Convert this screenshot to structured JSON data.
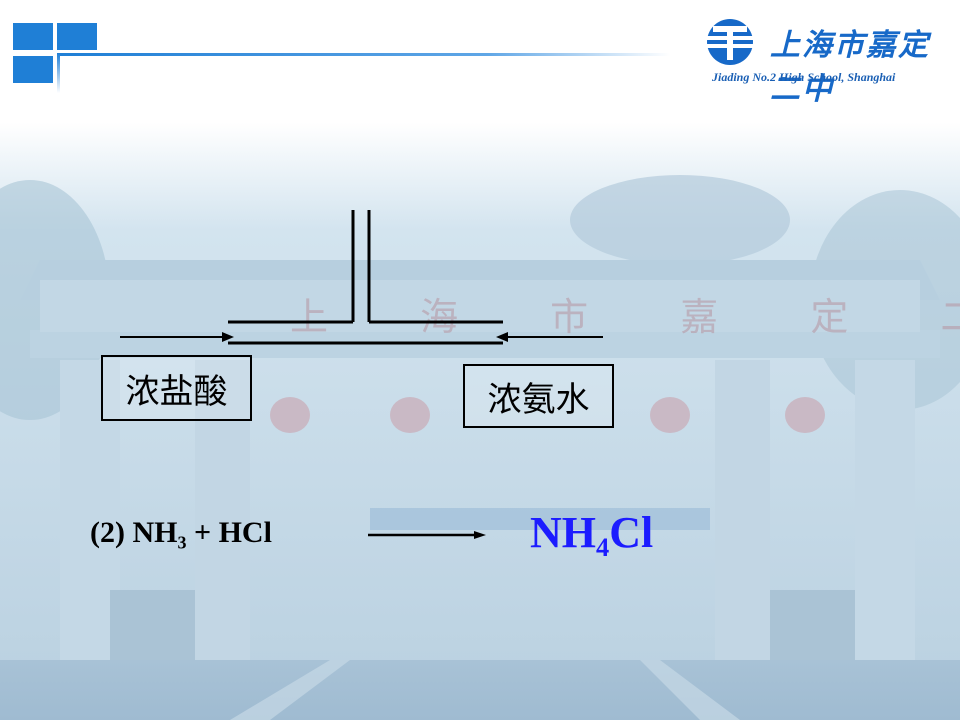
{
  "header": {
    "school_name_cn": "上海市嘉定二中",
    "school_name_en": "Jiading No.2 High School, Shanghai"
  },
  "diagram": {
    "left_label": "浓盐酸",
    "right_label": "浓氨水"
  },
  "equation": {
    "prefix": "(2) NH",
    "sub1": "3",
    "middle": " + HCl",
    "product_main": "NH",
    "product_sub": "4",
    "product_end": "Cl"
  },
  "colors": {
    "accent": "#1f7fd6",
    "product": "#1c1cff"
  }
}
